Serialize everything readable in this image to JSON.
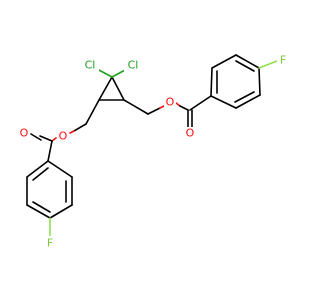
{
  "molecule": {
    "colors": {
      "bond": "#000000",
      "oxygen": "#ff0d0d",
      "chlorine": "#1fa01f",
      "fluorine": "#7cc63a"
    },
    "atoms": {
      "cl_left": "Cl",
      "cl_right": "Cl",
      "o_ester_right": "O",
      "o_carbonyl_right": "O",
      "f_right": "F",
      "o_ester_left": "O",
      "o_carbonyl_left": "O",
      "f_left": "F"
    }
  }
}
